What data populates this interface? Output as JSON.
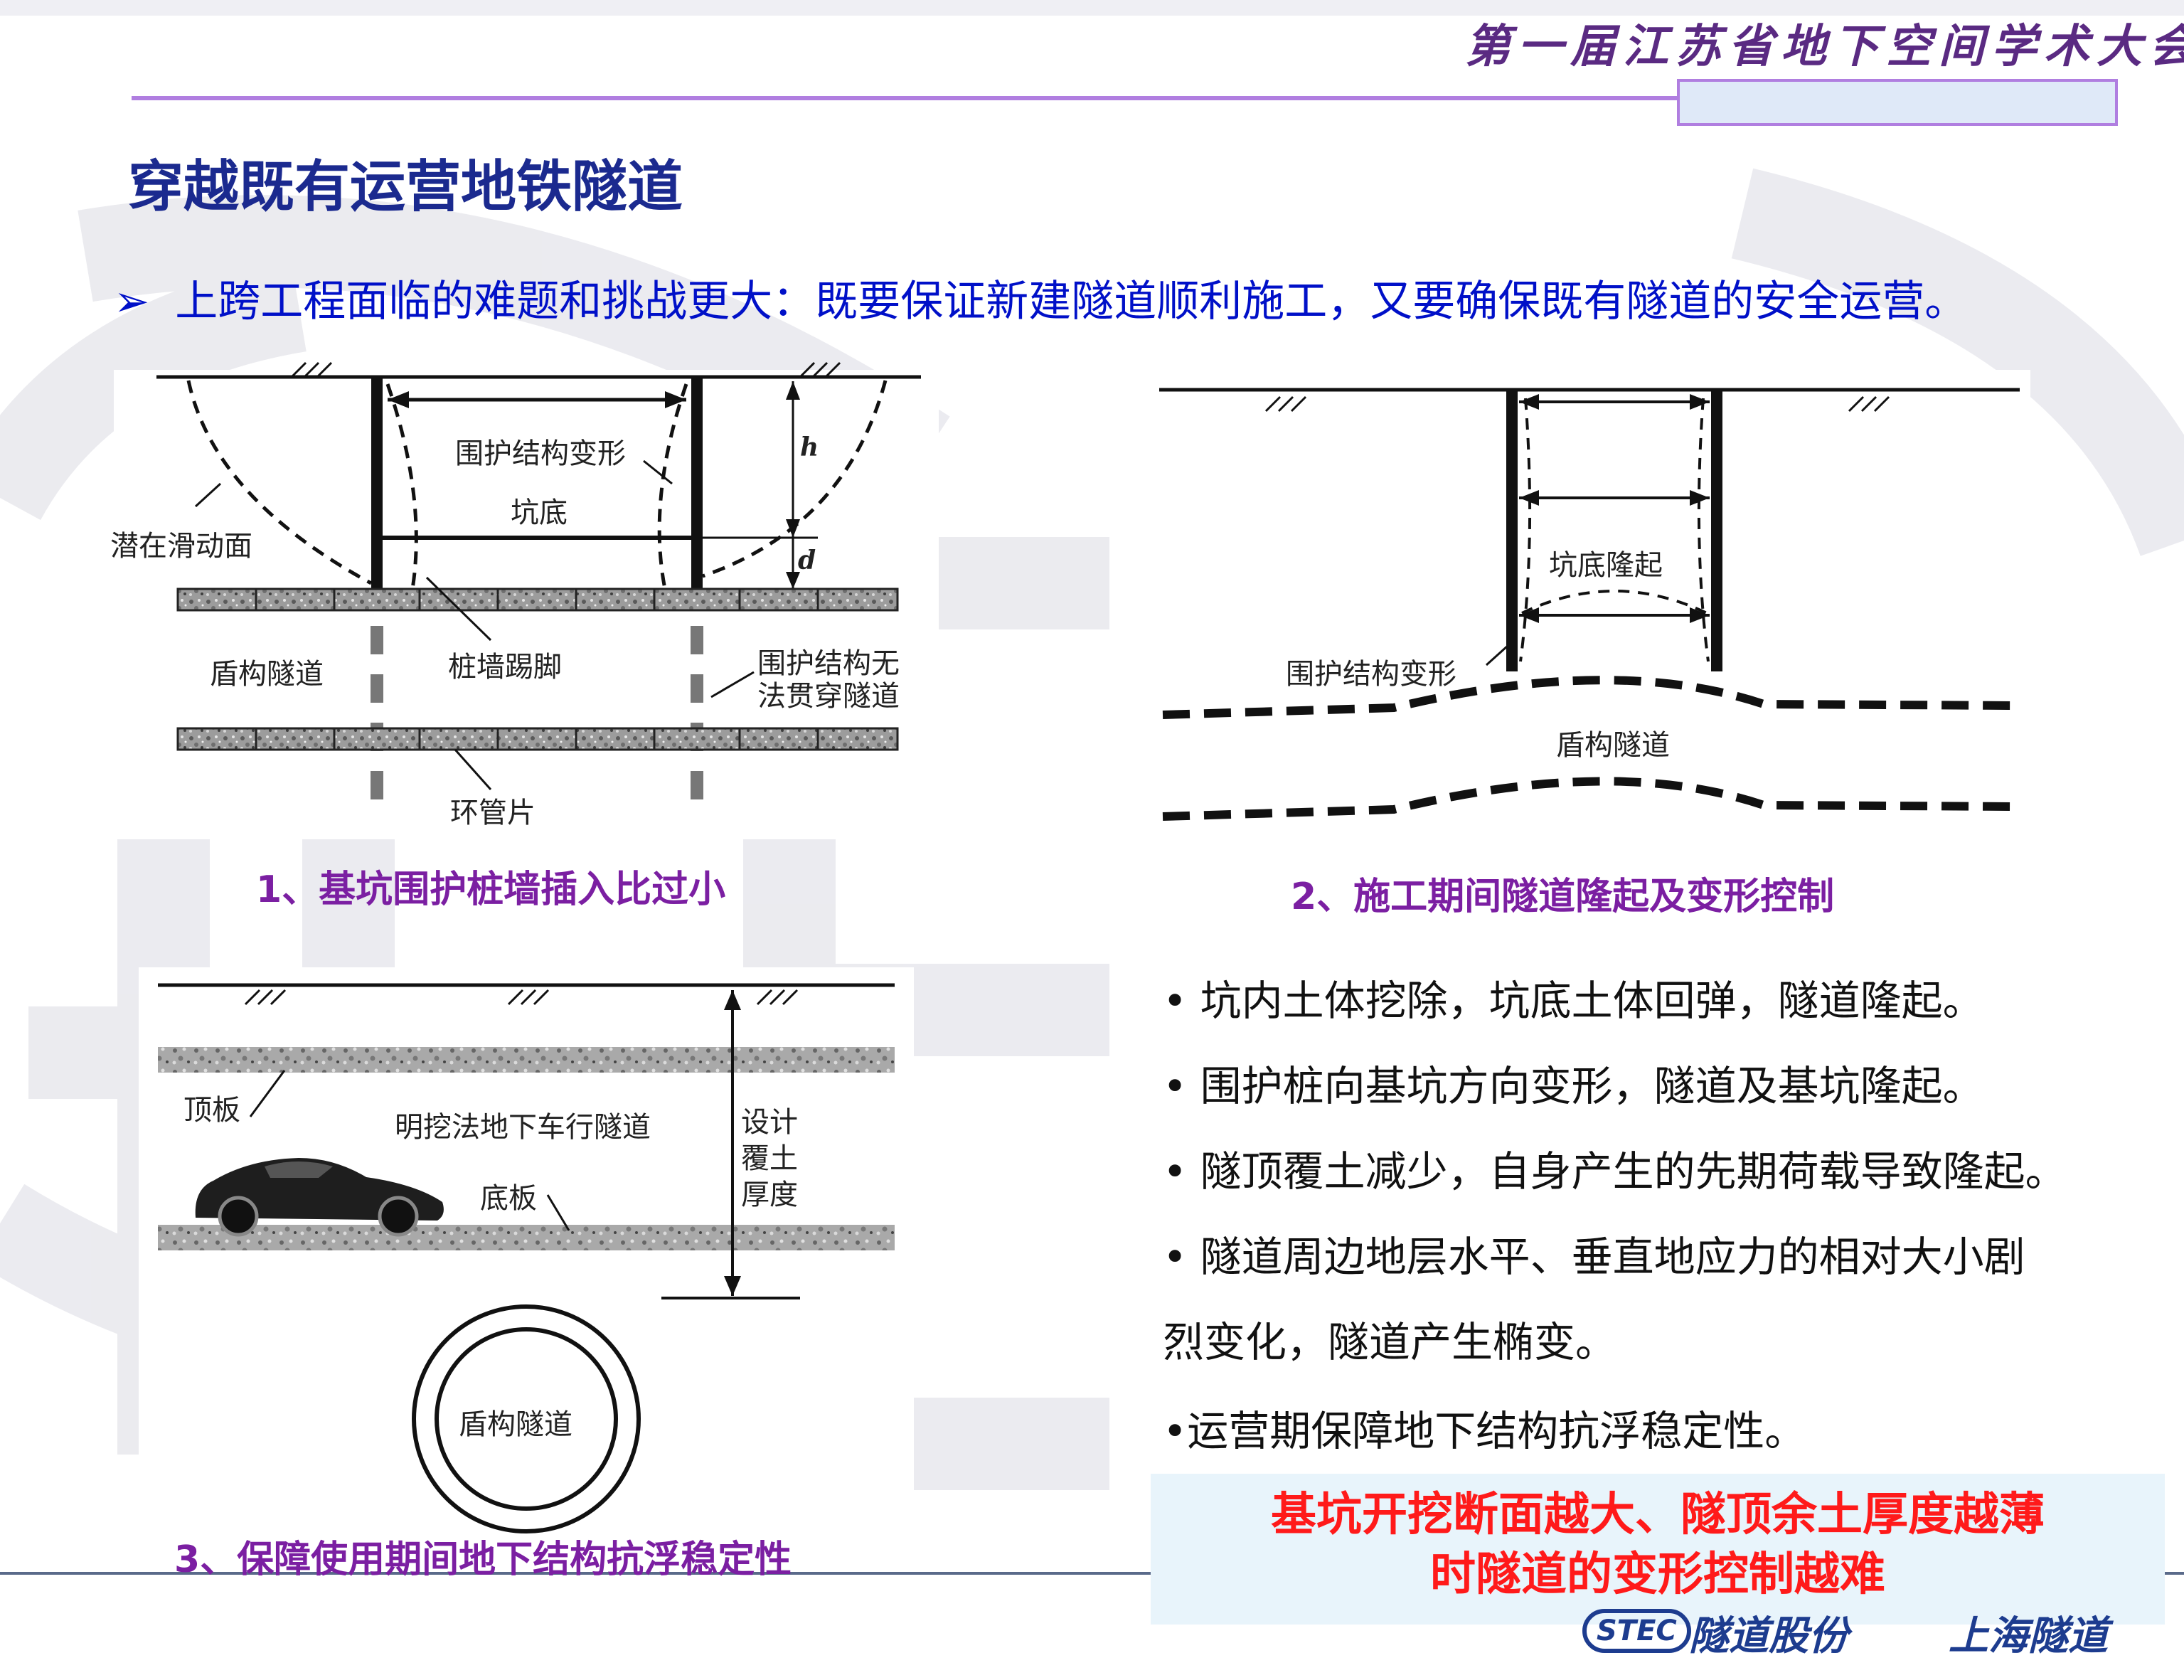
{
  "header": {
    "conference_title": "第一届江苏省地下空间学术大会",
    "accent": "#9b6fd0"
  },
  "page_title": "穿越既有运营地铁隧道",
  "bullet": {
    "icon": "arrowhead-bullet-icon",
    "text": "上跨工程面临的难题和挑战更大：既要保证新建隧道顺利施工，又要确保既有隧道的安全运营。"
  },
  "diagram1": {
    "labels": {
      "deformation": "围护结构变形",
      "pit_bottom": "坑底",
      "h": "h",
      "d": "d",
      "slip_surface": "潜在滑动面",
      "tunnel": "盾构隧道",
      "kick": "桩墙踢脚",
      "cannot_penetrate_1": "围护结构无",
      "cannot_penetrate_2": "法贯穿隧道",
      "ring": "环管片"
    },
    "caption": "1、基坑围护桩墙插入比过小"
  },
  "diagram2": {
    "labels": {
      "heave": "坑底隆起",
      "deformation": "围护结构变形",
      "tunnel": "盾构隧道"
    },
    "caption": "2、施工期间隧道隆起及变形控制"
  },
  "diagram3": {
    "labels": {
      "roof": "顶板",
      "open_cut": "明挖法地下车行隧道",
      "cover_1": "设计",
      "cover_2": "覆土",
      "cover_3": "厚度",
      "floor": "底板",
      "tunnel": "盾构隧道"
    },
    "car_icon": "car-icon",
    "caption": "3、保障使用期间地下结构抗浮稳定性"
  },
  "points": [
    "• 坑内土体挖除，坑底土体回弹，隧道隆起。",
    "• 围护桩向基坑方向变形，隧道及基坑隆起。",
    "• 隧顶覆土减少，自身产生的先期荷载导致隆起。",
    "• 隧道周边地层水平、垂直地应力的相对大小剧",
    "烈变化，隧道产生椭变。",
    "•运营期保障地下结构抗浮稳定性。"
  ],
  "callout": {
    "line1": "基坑开挖断面越大、隧顶余土厚度越薄",
    "line2": "时隧道的变形控制越难",
    "color": "#ff1a1a"
  },
  "footer": {
    "logo_mark": "STEC",
    "company1": "隧道股份",
    "company2": "上海隧道"
  }
}
